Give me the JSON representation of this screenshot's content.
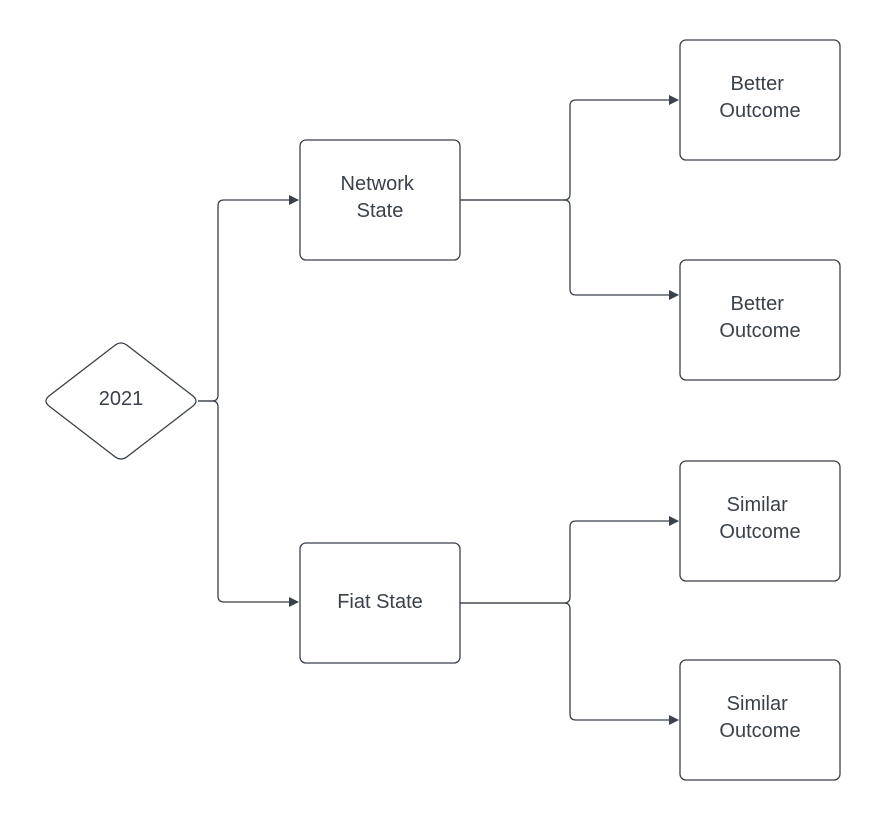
{
  "diagram": {
    "root": {
      "label": "2021"
    },
    "states": [
      {
        "label_lines": [
          "Network",
          "State"
        ]
      },
      {
        "label_lines": [
          "Fiat State"
        ]
      }
    ],
    "outcomes": [
      {
        "label_lines": [
          "Better",
          "Outcome"
        ]
      },
      {
        "label_lines": [
          "Better",
          "Outcome"
        ]
      },
      {
        "label_lines": [
          "Similar",
          "Outcome"
        ]
      },
      {
        "label_lines": [
          "Similar",
          "Outcome"
        ]
      }
    ],
    "colors": {
      "stroke": "#3a414a",
      "text": "#3a414a",
      "fill": "#ffffff"
    }
  }
}
